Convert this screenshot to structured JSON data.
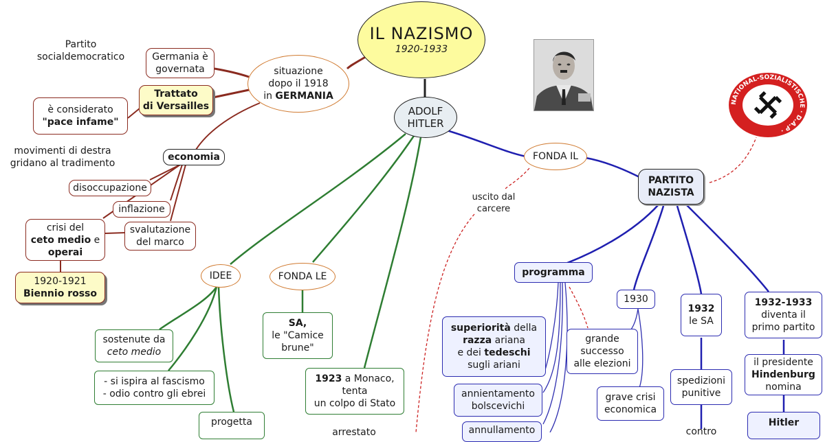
{
  "title": {
    "main": "IL NAZISMO",
    "years": "1920-1933"
  },
  "left": {
    "situazione": [
      "situazione",
      "dopo il 1918",
      "in ",
      "GERMANIA"
    ],
    "partito": [
      "Partito",
      "socialdemocratico"
    ],
    "governata": [
      "Germania è",
      "governata"
    ],
    "trattato": [
      "Trattato",
      "di Versailles"
    ],
    "pace": [
      "è considerato",
      "\"pace infame\""
    ],
    "movimenti": [
      "movimenti di destra",
      "gridano al tradimento"
    ],
    "economia": "economia",
    "disoccupazione": "disoccupazione",
    "inflazione": "inflazione",
    "svalutazione": [
      "svalutazione",
      "del marco"
    ],
    "crisi": [
      "crisi del",
      "ceto medio",
      " e",
      "operai"
    ],
    "biennio": [
      "1920-1921",
      "Biennio rosso"
    ]
  },
  "hitler": {
    "label": [
      "ADOLF",
      "HITLER"
    ]
  },
  "branches": {
    "idee": "IDEE",
    "fonda_le": "FONDA LE",
    "fonda_il": "FONDA IL",
    "uscito": [
      "uscito dal",
      "carcere"
    ]
  },
  "green": {
    "sostenute": [
      "sostenute da",
      "ceto medio"
    ],
    "ispira": [
      "- si ispira al fascismo",
      "- odio contro gli ebrei"
    ],
    "progetta": [
      "progetta",
      "..."
    ],
    "sa": [
      "SA,",
      "le \"Camice",
      "brune\""
    ],
    "monaco": [
      "1923",
      " a Monaco,",
      "tenta",
      "un colpo di Stato"
    ],
    "arrestato": "arrestato"
  },
  "partito": {
    "name": [
      "PARTITO",
      "NAZISTA"
    ],
    "programma": "programma",
    "superiorita": [
      "superiorità",
      " della",
      "razza",
      " ariana",
      "e dei ",
      "tedeschi",
      "sugli ariani"
    ],
    "annientamento": [
      "annientamento",
      "bolscevichi"
    ],
    "annullamento": "annullamento",
    "grande": [
      "grande",
      "successo",
      "alle elezioni"
    ],
    "y1930": "1930",
    "crisi_econ": [
      "grave crisi",
      "economica"
    ],
    "y1932": [
      "1932",
      "le SA"
    ],
    "spedizioni": [
      "spedizioni",
      "punitive"
    ],
    "contro": "contro",
    "y1932_33": [
      "1932-1933",
      "diventa il",
      "primo partito"
    ],
    "hindenburg": [
      "il presidente",
      "Hindenburg",
      "nomina"
    ],
    "hitler_b": "Hitler"
  },
  "emblem": {
    "text": "NATIONAL-SOZIALISTISCHE · D.A.P ·"
  },
  "colors": {
    "red": "#8a2a1f",
    "green": "#2e7d32",
    "blue": "#2a2ab0",
    "orange": "#d07a30",
    "yellow": "#fdfbc8"
  }
}
